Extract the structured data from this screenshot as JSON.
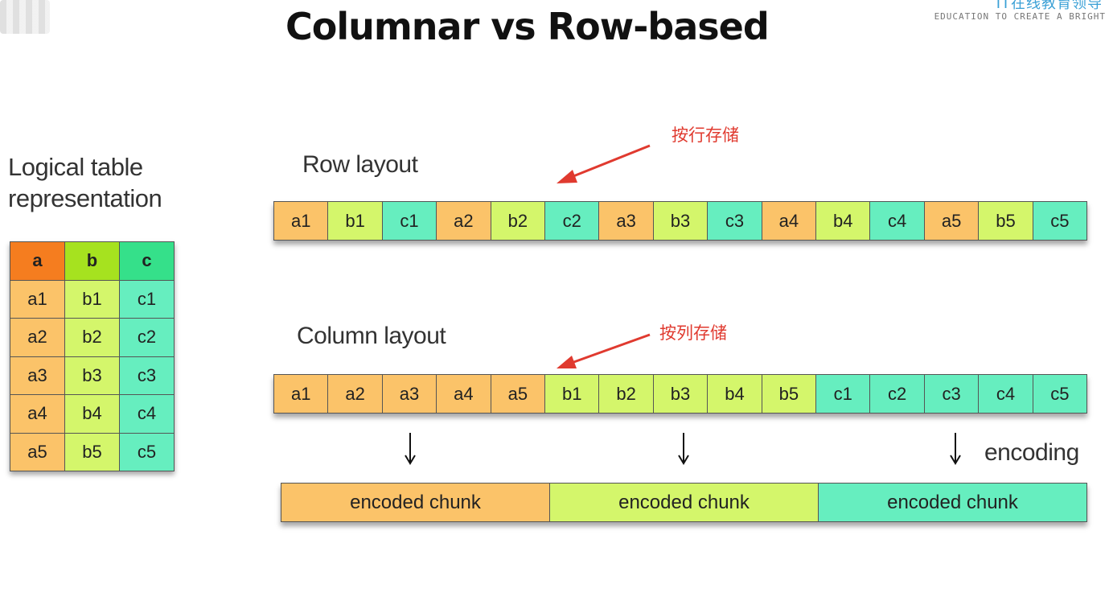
{
  "header": {
    "title": "Columnar vs Row-based",
    "brand_top": "IT在线教育领导",
    "brand_sub": "EDUCATION TO CREATE A BRIGHT"
  },
  "logical": {
    "label_line1": "Logical table",
    "label_line2": "representation",
    "headers": [
      "a",
      "b",
      "c"
    ],
    "rows": [
      [
        "a1",
        "b1",
        "c1"
      ],
      [
        "a2",
        "b2",
        "c2"
      ],
      [
        "a3",
        "b3",
        "c3"
      ],
      [
        "a4",
        "b4",
        "c4"
      ],
      [
        "a5",
        "b5",
        "c5"
      ]
    ]
  },
  "row_layout": {
    "label": "Row layout",
    "annotation": "按行存储",
    "cells": [
      "a1",
      "b1",
      "c1",
      "a2",
      "b2",
      "c2",
      "a3",
      "b3",
      "c3",
      "a4",
      "b4",
      "c4",
      "a5",
      "b5",
      "c5"
    ]
  },
  "column_layout": {
    "label": "Column layout",
    "annotation": "按列存储",
    "cells": [
      "a1",
      "a2",
      "a3",
      "a4",
      "a5",
      "b1",
      "b2",
      "b3",
      "b4",
      "b5",
      "c1",
      "c2",
      "c3",
      "c4",
      "c5"
    ]
  },
  "encoding": {
    "label": "encoding",
    "chunks": [
      "encoded chunk",
      "encoded chunk",
      "encoded chunk"
    ]
  },
  "colors": {
    "a_header": "#f57d1f",
    "b_header": "#a6e21f",
    "c_header": "#35e08a",
    "a_cell": "#fbc369",
    "b_cell": "#d4f66b",
    "c_cell": "#66eebf",
    "annotation": "#e03a2f"
  }
}
